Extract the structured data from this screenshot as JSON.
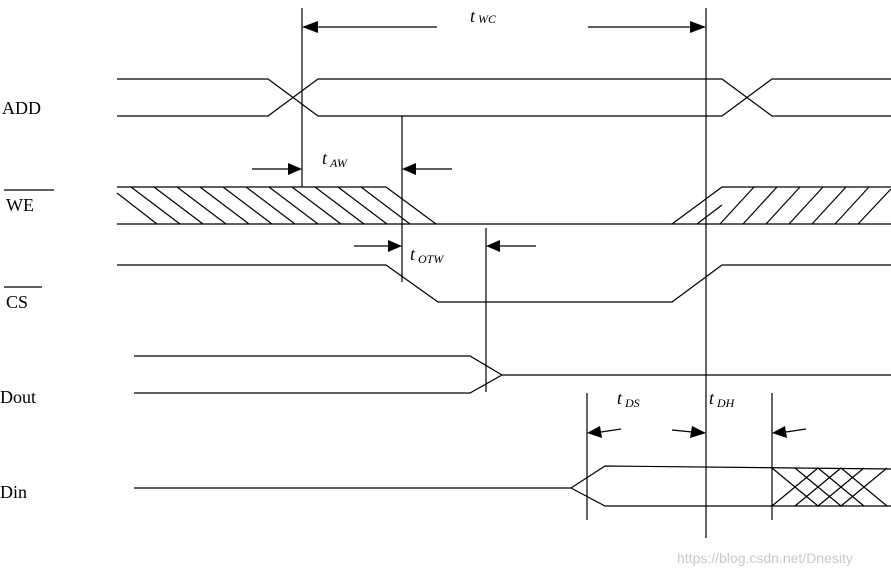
{
  "signals": {
    "add": "ADD",
    "we": "WE",
    "cs": "CS",
    "dout": "Dout",
    "din": "Din"
  },
  "timing": {
    "twc": {
      "t": "t",
      "sub": "WC"
    },
    "taw": {
      "t": "t",
      "sub": "AW"
    },
    "totw": {
      "t": "t",
      "sub": "OTW"
    },
    "tds": {
      "t": "t",
      "sub": "DS"
    },
    "tdh": {
      "t": "t",
      "sub": "DH"
    }
  },
  "watermark": "https://blog.csdn.net/Dnesity",
  "colors": {
    "line": "#000000",
    "watermark": "#c8c8c8",
    "background": "#ffffff"
  }
}
